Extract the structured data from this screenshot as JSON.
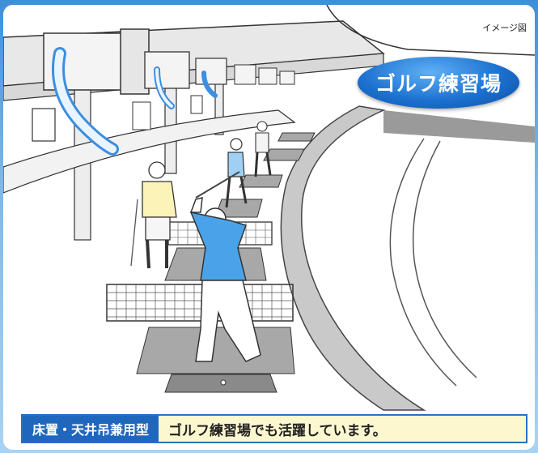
{
  "note": "イメージ図",
  "badge": {
    "title": "ゴルフ練習場"
  },
  "caption": {
    "label": "床置・天井吊兼用型",
    "text": "ゴルフ練習場でも活躍しています。"
  },
  "colors": {
    "accent_blue": "#1f66bd",
    "caption_bg": "#fdf7cf",
    "shirt_blue": "#4aa3e8",
    "shirt_yellow": "#fbf3b8"
  }
}
